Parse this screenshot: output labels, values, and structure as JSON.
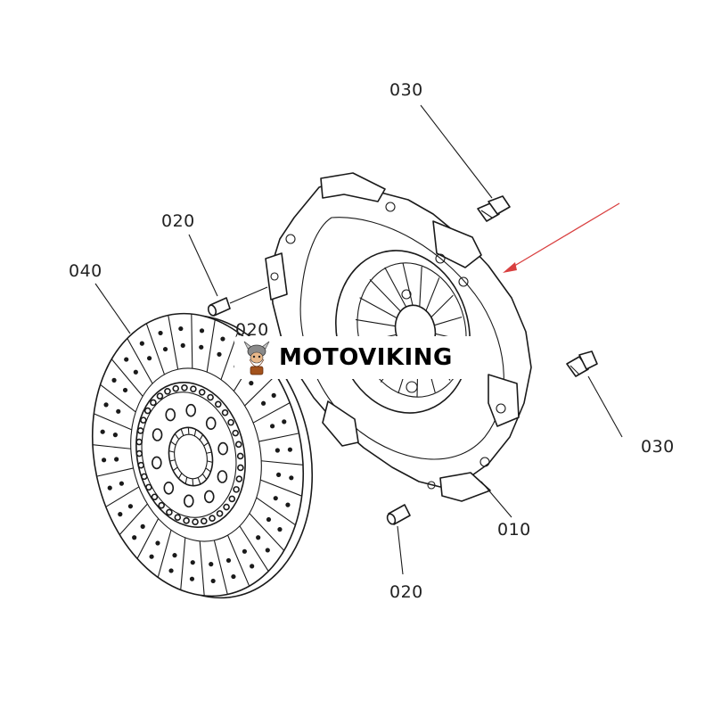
{
  "diagram": {
    "labels": {
      "pressure_plate": "010",
      "dowel_pin_a": "020",
      "dowel_pin_b": "020",
      "dowel_pin_c": "020",
      "bolt_top": "030",
      "bolt_right": "030",
      "clutch_disc": "040"
    },
    "watermark": "MOTOVIKING",
    "colors": {
      "ink": "#1a1a1a",
      "arrow": "#d94040",
      "background": "#ffffff"
    }
  }
}
